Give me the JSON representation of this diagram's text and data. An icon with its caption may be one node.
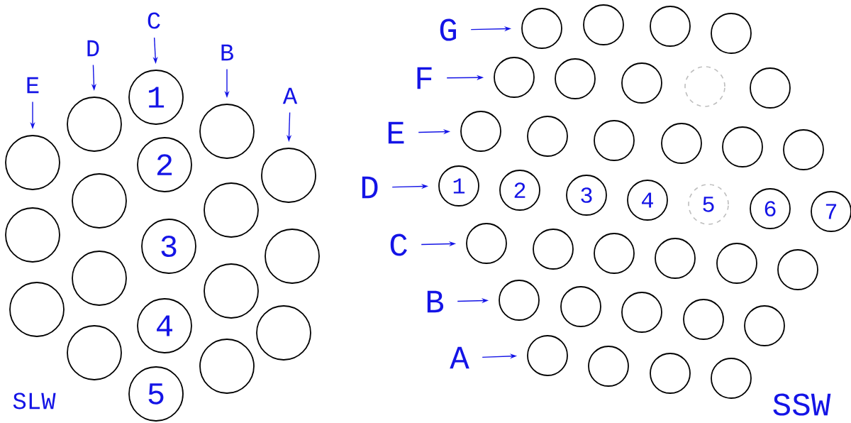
{
  "diagram": {
    "nodes": [
      {
        "text": [
          "E"
        ]
      },
      {
        "text": [
          "D"
        ]
      },
      {
        "text": [
          "C"
        ]
      },
      {
        "text": [
          "B"
        ]
      },
      {
        "text": [
          "A"
        ]
      },
      {
        "text": [],
        "shape": "circle"
      },
      {
        "text": [],
        "shape": "circle"
      },
      {
        "text": [],
        "shape": "circle"
      },
      {
        "text": [],
        "shape": "circle"
      },
      {
        "text": [],
        "shape": "circle"
      },
      {
        "text": [],
        "shape": "circle"
      },
      {
        "text": [],
        "shape": "circle"
      },
      {
        "text": [
          "1"
        ]
      },
      {
        "text": [
          "2"
        ]
      },
      {
        "text": [
          "3"
        ]
      },
      {
        "text": [
          "4"
        ]
      },
      {
        "text": [
          "5"
        ]
      },
      {
        "text": [],
        "shape": "circle"
      },
      {
        "text": [],
        "shape": "circle"
      },
      {
        "text": [],
        "shape": "circle"
      },
      {
        "text": [],
        "shape": "circle"
      },
      {
        "text": [],
        "shape": "circle"
      },
      {
        "text": [],
        "shape": "circle"
      },
      {
        "text": [],
        "shape": "circle"
      },
      {
        "text": [
          "G"
        ]
      },
      {
        "text": [],
        "shape": "circle"
      },
      {
        "text": [],
        "shape": "circle"
      },
      {
        "text": [],
        "shape": "circle"
      },
      {
        "text": [],
        "shape": "circle"
      },
      {
        "text": [
          "F"
        ]
      },
      {
        "text": [],
        "shape": "circle"
      },
      {
        "text": [],
        "shape": "circle"
      },
      {
        "text": [],
        "shape": "circle"
      },
      {
        "text": [],
        "shape": "circle"
      },
      {
        "text": [],
        "shape": "circle"
      },
      {
        "text": [
          "E"
        ]
      },
      {
        "text": [],
        "shape": "circle"
      },
      {
        "text": [],
        "shape": "circle"
      },
      {
        "text": [],
        "shape": "circle"
      },
      {
        "text": [],
        "shape": "circle"
      },
      {
        "text": [],
        "shape": "circle"
      },
      {
        "text": [],
        "shape": "circle"
      },
      {
        "text": [
          "D"
        ]
      },
      {
        "text": [
          "1"
        ]
      },
      {
        "text": [
          "2"
        ]
      },
      {
        "text": [
          "3"
        ]
      },
      {
        "text": [
          "4"
        ]
      },
      {
        "text": [
          "5"
        ]
      },
      {
        "text": [
          "6"
        ]
      },
      {
        "text": [
          "7"
        ]
      },
      {
        "text": [
          "C"
        ]
      },
      {
        "text": [],
        "shape": "circle"
      },
      {
        "text": [],
        "shape": "circle"
      },
      {
        "text": [],
        "shape": "circle"
      },
      {
        "text": [],
        "shape": "circle"
      },
      {
        "text": [],
        "shape": "circle"
      },
      {
        "text": [],
        "shape": "circle"
      },
      {
        "text": [
          "B"
        ]
      },
      {
        "text": [],
        "shape": "circle"
      },
      {
        "text": [],
        "shape": "circle"
      },
      {
        "text": [],
        "shape": "circle"
      },
      {
        "text": [],
        "shape": "circle"
      },
      {
        "text": [],
        "shape": "circle"
      },
      {
        "text": [
          "A"
        ]
      },
      {
        "text": [],
        "shape": "circle"
      },
      {
        "text": [],
        "shape": "circle"
      },
      {
        "text": [],
        "shape": "circle"
      },
      {
        "text": [],
        "shape": "circle"
      }
    ],
    "edges": [
      {
        "from": 0,
        "to": 5,
        "arrow": "to"
      },
      {
        "from": 1,
        "to": 8,
        "arrow": "to"
      },
      {
        "from": 2,
        "to": 12,
        "arrow": "to"
      },
      {
        "from": 3,
        "to": 17,
        "arrow": "to"
      },
      {
        "from": 4,
        "to": 21,
        "arrow": "to"
      },
      {
        "from": 24,
        "to": 25,
        "arrow": "to"
      },
      {
        "from": 29,
        "to": 30,
        "arrow": "to"
      },
      {
        "from": 35,
        "to": 36,
        "arrow": "to"
      },
      {
        "from": 42,
        "to": 43,
        "arrow": "to"
      },
      {
        "from": 50,
        "to": 51,
        "arrow": "to"
      },
      {
        "from": 57,
        "to": 58,
        "arrow": "to"
      },
      {
        "from": 63,
        "to": 64,
        "arrow": "to"
      }
    ],
    "labels": [
      "SLW",
      "SSW"
    ]
  }
}
